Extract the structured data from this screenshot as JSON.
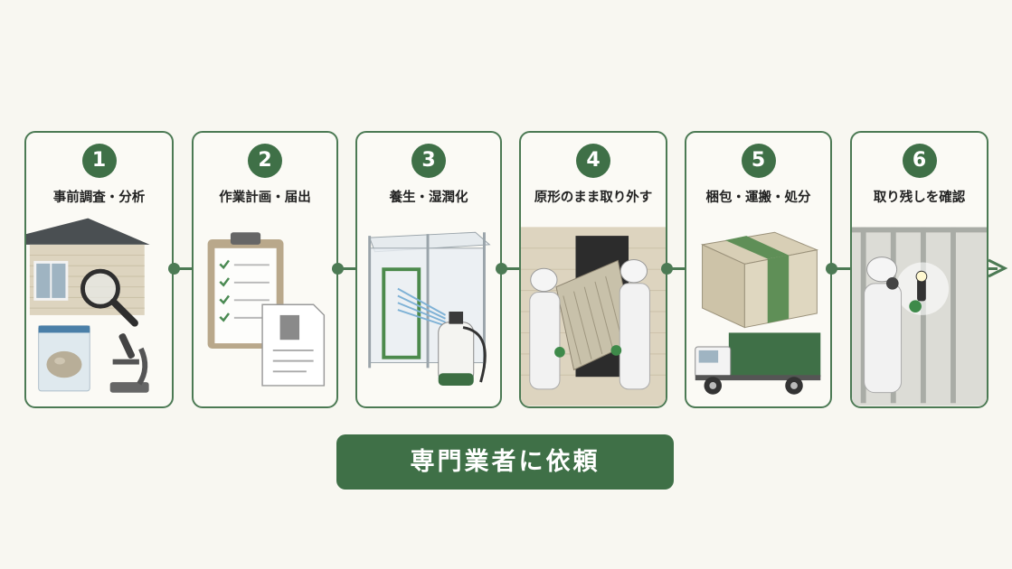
{
  "steps": [
    {
      "number": "1",
      "title": "事前調査・分析"
    },
    {
      "number": "2",
      "title": "作業計画・届出"
    },
    {
      "number": "3",
      "title": "養生・湿潤化"
    },
    {
      "number": "4",
      "title": "原形のまま取り外す"
    },
    {
      "number": "5",
      "title": "梱包・運搬・処分"
    },
    {
      "number": "6",
      "title": "取り残しを確認"
    }
  ],
  "cta": {
    "label": "専門業者に依頼"
  },
  "colors": {
    "accent": "#3f7047",
    "border": "#4c7a54",
    "background": "#f8f7f1"
  }
}
